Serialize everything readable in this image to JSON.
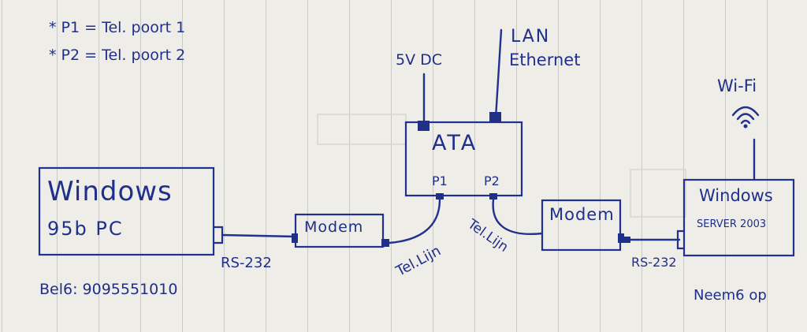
{
  "legend": {
    "line1": "* P1 = Tel. poort 1",
    "line2": "* P2 = Tel. poort 2"
  },
  "power_label": "5V DC",
  "lan_label_1": "LAN",
  "lan_label_2": "Ethernet",
  "ata": {
    "title": "ATA",
    "port1": "P1",
    "port2": "P2"
  },
  "left_pc": {
    "line1": "Windows",
    "line2": "95b PC"
  },
  "left_modem": "Modem",
  "right_modem": "Modem",
  "server": {
    "line1": "Windows",
    "line2": "SERVER 2003"
  },
  "wifi_label": "Wi-Fi",
  "rs232_left": "RS-232",
  "rs232_right": "RS-232",
  "tel_lijn_left": "Tel.Lijn",
  "tel_lijn_right": "Tel.Lijn",
  "bel_label": "Bel6: 9095551010",
  "neem_op": "Neem6 op",
  "colors": {
    "ink": "#1f2f8a",
    "paper": "#eeede8",
    "rule_line": "#c9c9c6"
  }
}
